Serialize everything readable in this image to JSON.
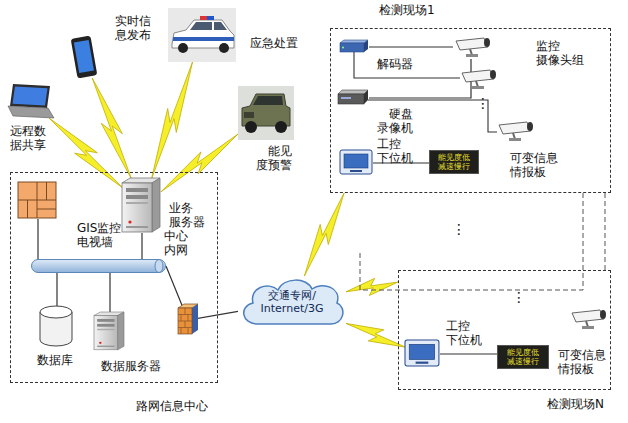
{
  "diagram": {
    "nodes": [
      {
        "text": [
          "路网信息中心"
        ]
      },
      {
        "text": [
          "GIS监控 电视墙"
        ],
        "in": 0
      },
      {
        "text": [
          "业务 服务器"
        ],
        "in": 0
      },
      {
        "text": [
          "中心 内网"
        ],
        "in": 0
      },
      {
        "text": [
          "数据库"
        ],
        "in": 0
      },
      {
        "text": [
          "数据服务器"
        ],
        "in": 0
      },
      {
        "text": [
          "远程数 据共享"
        ]
      },
      {
        "text": [
          "实时信 息发布"
        ]
      },
      {
        "text": [
          "应急处置"
        ]
      },
      {
        "text": [
          "能见 度预警"
        ]
      },
      {
        "text": [
          "交通专网/ Internet/3G"
        ]
      },
      {
        "text": [
          "检测现场1"
        ]
      },
      {
        "text": [
          "解码器"
        ],
        "in": 11
      },
      {
        "text": [
          "硬盘 录像机"
        ],
        "in": 11
      },
      {
        "text": [
          "工控 下位机"
        ],
        "in": 11
      },
      {
        "text": [
          "能见度低 减速慢行",
          "可变信息 情报板"
        ],
        "in": 11
      },
      {
        "text": [
          "监控 摄像头组"
        ],
        "in": 11
      },
      {
        "text": [
          "检测现场N"
        ]
      },
      {
        "text": [
          "工控 下位机"
        ],
        "in": 17
      },
      {
        "text": [
          "能见度低 减速慢行",
          "可变信息 情报板"
        ],
        "in": 17
      }
    ],
    "edges": [
      {
        "from": 1,
        "to": 3,
        "arrow": "none"
      },
      {
        "from": 2,
        "to": 3,
        "arrow": "none"
      },
      {
        "from": 4,
        "to": 3,
        "arrow": "none"
      },
      {
        "from": 5,
        "to": 3,
        "arrow": "none"
      },
      {
        "from": 3,
        "to": 10,
        "arrow": "none"
      },
      {
        "from": 2,
        "to": 6,
        "arrow": "none"
      },
      {
        "from": 2,
        "to": 7,
        "arrow": "none"
      },
      {
        "from": 2,
        "to": 8,
        "arrow": "none"
      },
      {
        "from": 2,
        "to": 9,
        "arrow": "none"
      },
      {
        "from": 10,
        "to": 11,
        "arrow": "none"
      },
      {
        "from": 10,
        "to": 17,
        "arrow": "none"
      },
      {
        "from": 10,
        "to": 18,
        "arrow": "none"
      },
      {
        "from": 12,
        "to": 16,
        "arrow": "none"
      },
      {
        "from": 13,
        "to": 16,
        "arrow": "none"
      },
      {
        "from": 14,
        "to": 15,
        "arrow": "none"
      },
      {
        "from": 18,
        "to": 19,
        "arrow": "none"
      }
    ],
    "labels": [
      "⋮",
      "⋮",
      "⋮"
    ]
  }
}
